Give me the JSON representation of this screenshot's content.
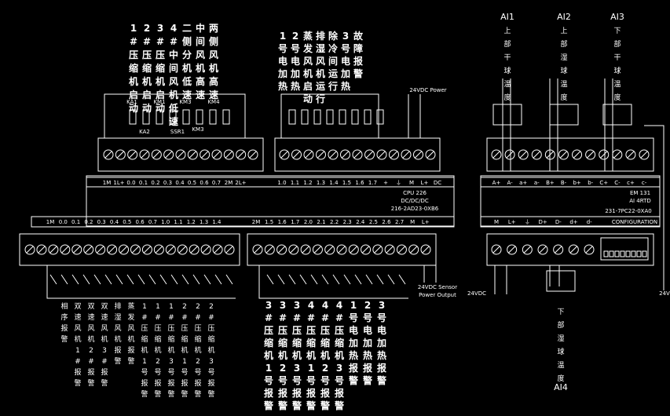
{
  "plc": {
    "model": "CPU 226",
    "power": "DC/DC/DC",
    "part_number": "216-2AD23-0XB6",
    "outputs_group1": [
      "1M",
      "1L+",
      "0.0",
      "0.1",
      "0.2",
      "0.3",
      "0.4",
      "0.5",
      "0.6",
      "0.7",
      "2M",
      "2L+"
    ],
    "outputs_group2": [
      "1.0",
      "1.1",
      "1.2",
      "1.3",
      "1.4",
      "1.5",
      "1.6",
      "1.7",
      "+",
      "⏚",
      "M",
      "L+",
      "DC"
    ],
    "inputs_group1": [
      "1M",
      "0.0",
      "0.1",
      "0.2",
      "0.3",
      "0.4",
      "0.5",
      "0.6",
      "0.7",
      "1.0",
      "1.1",
      "1.2",
      "1.3",
      "1.4"
    ],
    "inputs_group2": [
      "2M",
      "1.5",
      "1.6",
      "1.7",
      "2.0",
      "2.1",
      "2.2",
      "2.3",
      "2.4",
      "2.5",
      "2.6",
      "2.7",
      "M",
      "L+"
    ],
    "power_label": "24VDC Power",
    "sensor_label_1": "24VDC Sensor",
    "sensor_label_2": "Power Output"
  },
  "relays": [
    {
      "name": "KA1"
    },
    {
      "name": "KA2"
    },
    {
      "name": "KM1"
    },
    {
      "name": "KM3"
    },
    {
      "name": "SSR1"
    },
    {
      "name": "KM3"
    },
    {
      "name": "KM4"
    }
  ],
  "output_labels_group1": [
    {
      "text": "1#压缩机启动"
    },
    {
      "text": "2#压缩机启动"
    },
    {
      "text": "3#压缩机启动"
    },
    {
      "text": "4#中间风机低速"
    },
    {
      "text": "二侧分机低速"
    },
    {
      "text": "中间风机高速"
    },
    {
      "text": "两侧风机高速"
    }
  ],
  "output_labels_group2": [
    {
      "text": "1号电加热"
    },
    {
      "text": "2号电加热"
    },
    {
      "text": "蒸发风机启动"
    },
    {
      "text": "排湿风机运行"
    },
    {
      "text": "除冷间运行"
    },
    {
      "text": "3号电加热"
    },
    {
      "text": "故障报警"
    }
  ],
  "input_labels_group1": [
    {
      "text": "相序报警"
    },
    {
      "text": "双速风机1#报警"
    },
    {
      "text": "双速风机2#报警"
    },
    {
      "text": "双速风机3#报警"
    },
    {
      "text": "排湿风机报警"
    },
    {
      "text": "蒸发风机报警"
    },
    {
      "text": "1#压缩机1号报警"
    },
    {
      "text": "1#压缩机2号报警"
    },
    {
      "text": "1#压缩机3号报警"
    },
    {
      "text": "2#压缩机1号报警"
    },
    {
      "text": "2#压缩机2号报警"
    },
    {
      "text": "2#压缩机3号报警"
    }
  ],
  "input_labels_group2": [
    {
      "text": "3#压缩机1号报警"
    },
    {
      "text": "3#压缩机2号报警"
    },
    {
      "text": "3#压缩机3号报警"
    },
    {
      "text": "4#压缩机1号报警"
    },
    {
      "text": "4#压缩机2号报警"
    },
    {
      "text": "4#压缩机3号报警"
    },
    {
      "text": "1号电加热报警"
    },
    {
      "text": "2号电加热报警"
    },
    {
      "text": "3号电加热报警"
    }
  ],
  "em": {
    "model": "EM 131",
    "type": "AI 4RTD",
    "part_number": "231-7PC22-0XA0",
    "config_label": "CONFIGURATION",
    "top_terminals": [
      "A+",
      "A-",
      "a+",
      "a-",
      "B+",
      "B-",
      "b+",
      "b-",
      "C+",
      "C-",
      "c+",
      "c-"
    ],
    "bottom_terminals": [
      "M",
      "L+",
      "⏚",
      "D+",
      "D-",
      "d+",
      "d-"
    ],
    "supply_label": "24VDC",
    "edge_label": "24V"
  },
  "sensors": [
    {
      "tag": "AI1",
      "desc": "上部干球温度"
    },
    {
      "tag": "AI2",
      "desc": "上部湿球温度"
    },
    {
      "tag": "AI3",
      "desc": "下部干球温度"
    },
    {
      "tag": "AI4",
      "desc": "下部湿球温度"
    }
  ]
}
